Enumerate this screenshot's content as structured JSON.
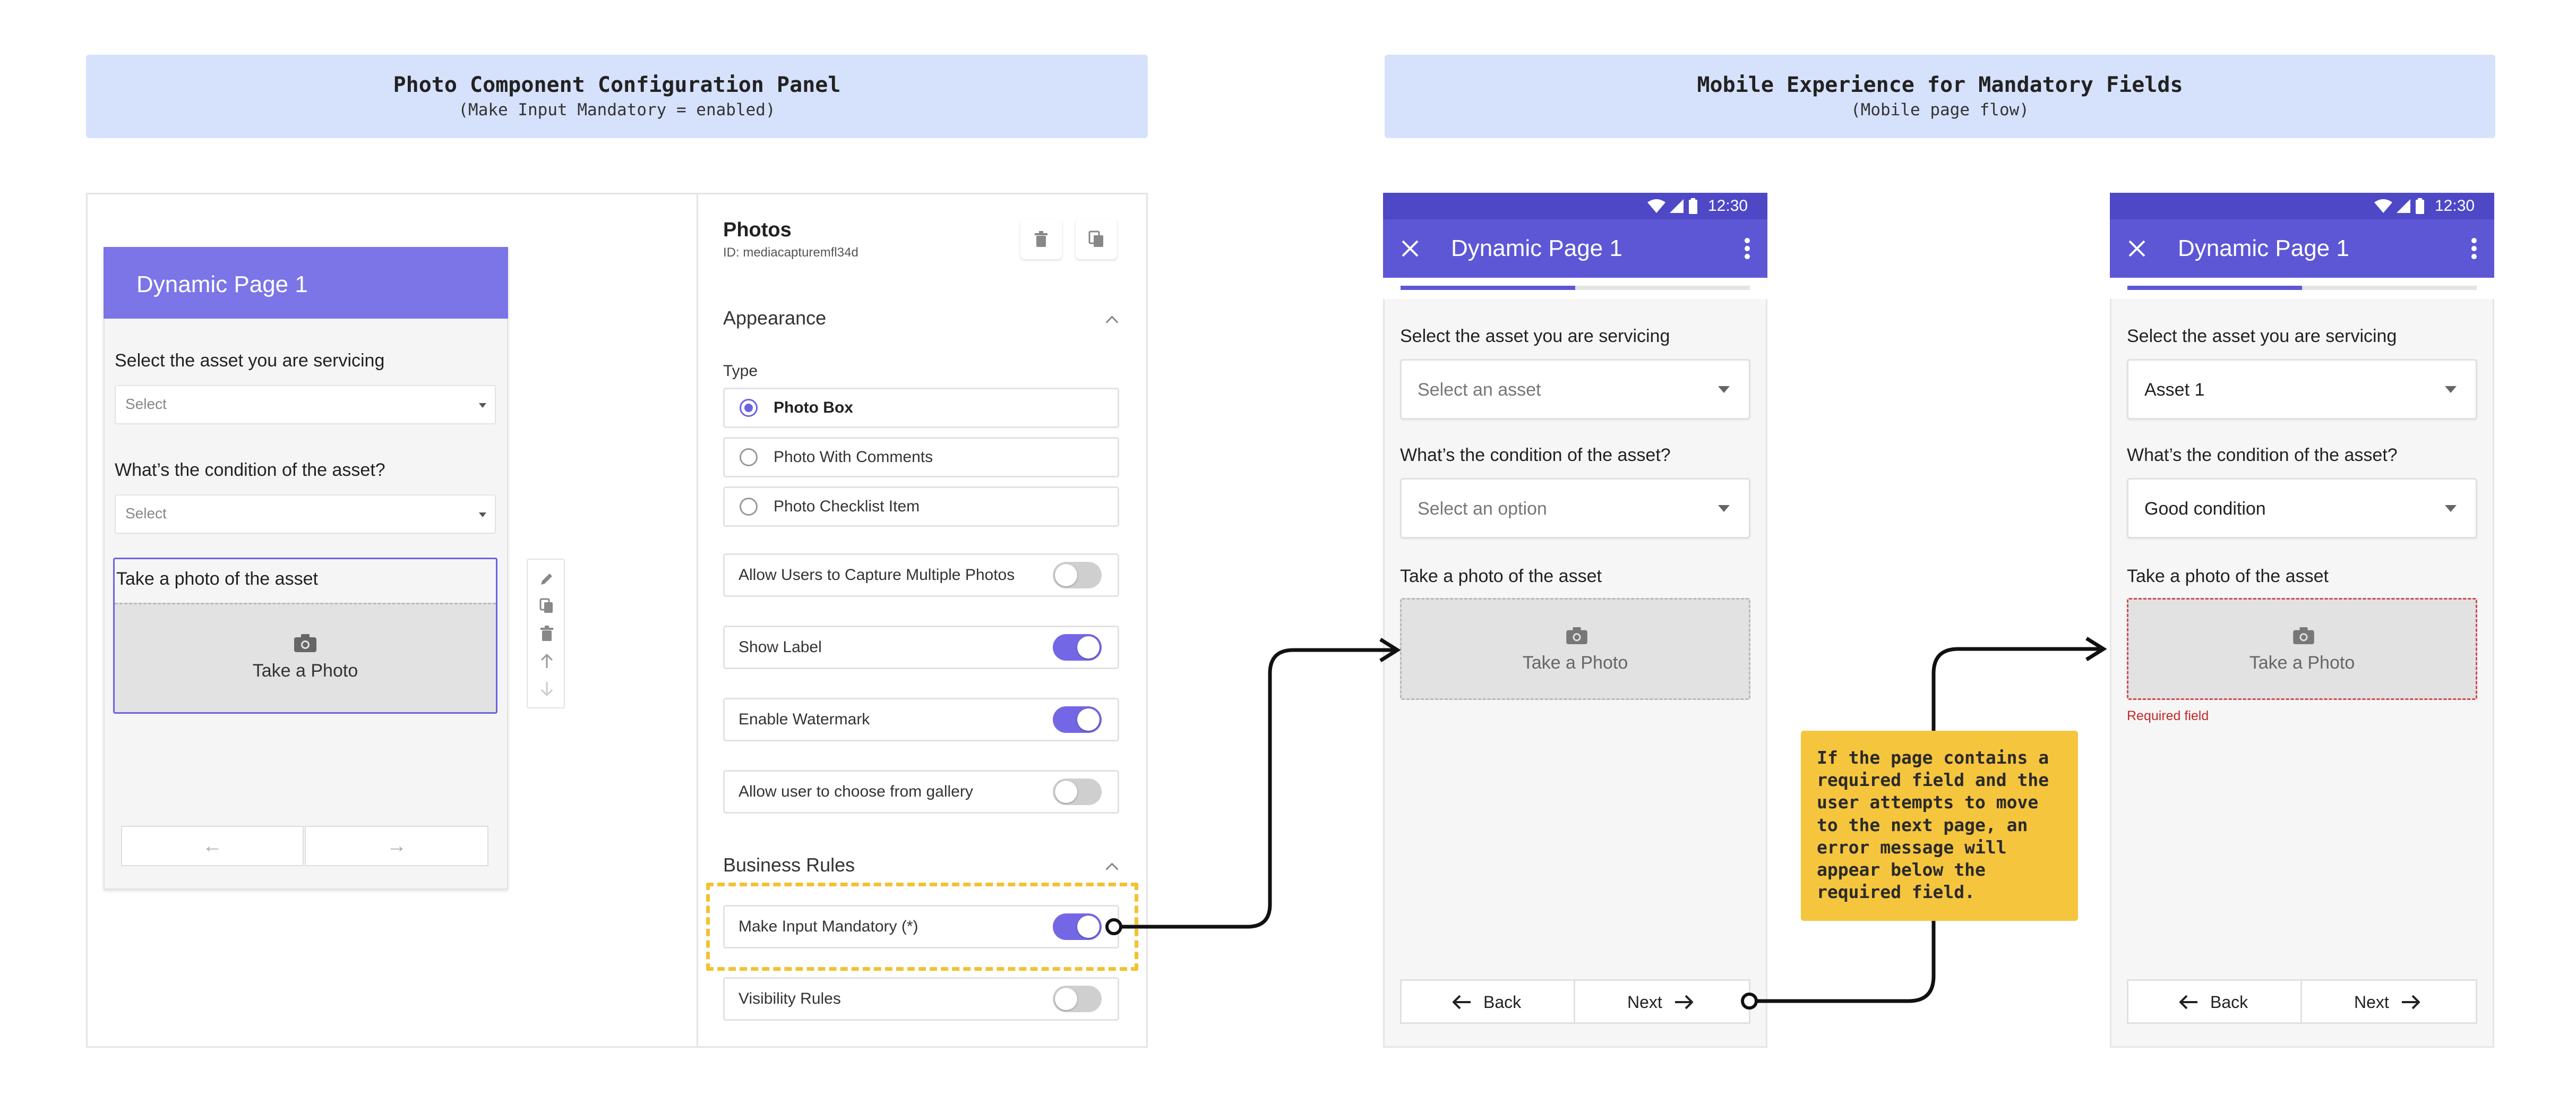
{
  "left_banner": {
    "title": "Photo Component Configuration Panel",
    "subtitle": "(Make Input Mandatory = enabled)"
  },
  "right_banner": {
    "title": "Mobile Experience for Mandatory Fields",
    "subtitle": "(Mobile page flow)"
  },
  "editor_preview": {
    "page_title": "Dynamic Page 1",
    "q1_label": "Select the asset you are servicing",
    "q1_placeholder": "Select",
    "q2_label": "What’s the condition of the asset?",
    "q2_placeholder": "Select",
    "q3_label": "Take a photo of the asset",
    "photo_button": "Take a Photo",
    "prev_arrow": "←",
    "next_arrow": "→"
  },
  "config_panel": {
    "component_name": "Photos",
    "component_id": "ID: mediacapturemfl34d",
    "appearance_title": "Appearance",
    "type_label": "Type",
    "type_options": [
      {
        "label": "Photo Box",
        "selected": true
      },
      {
        "label": "Photo With Comments",
        "selected": false
      },
      {
        "label": "Photo Checklist Item",
        "selected": false
      }
    ],
    "toggles": [
      {
        "label": "Allow Users to Capture Multiple Photos",
        "on": false
      },
      {
        "label": "Show Label",
        "on": true
      },
      {
        "label": "Enable Watermark",
        "on": true
      },
      {
        "label": "Allow user to choose from gallery",
        "on": false
      }
    ],
    "business_rules_title": "Business Rules",
    "mandatory": {
      "label": "Make Input Mandatory (*)",
      "on": true
    },
    "visibility": {
      "label": "Visibility Rules",
      "on": false
    }
  },
  "mobile_before": {
    "time": "12:30",
    "title": "Dynamic Page 1",
    "progress": 0.5,
    "q1_label": "Select the asset you are servicing",
    "q1_value": "Select an asset",
    "q2_label": "What’s the condition of the asset?",
    "q2_value": "Select an option",
    "q3_label": "Take a photo of the asset",
    "photo_button": "Take a Photo",
    "back": "Back",
    "next": "Next"
  },
  "mobile_after": {
    "time": "12:30",
    "title": "Dynamic Page 1",
    "progress": 0.5,
    "q1_label": "Select the asset you are servicing",
    "q1_value": "Asset 1",
    "q2_label": "What’s the condition of the asset?",
    "q2_value": "Good condition",
    "q3_label": "Take a photo of the asset",
    "photo_button": "Take a Photo",
    "error": "Required field",
    "back": "Back",
    "next": "Next"
  },
  "note": "If the page contains a required field and the user attempts to move to the next page, an error message will appear below the required field.",
  "colors": {
    "accent": "#7367e6",
    "appbar": "#5d57d6",
    "highlight": "#f2c232",
    "error": "#c62828",
    "banner": "#d6e1fc"
  }
}
